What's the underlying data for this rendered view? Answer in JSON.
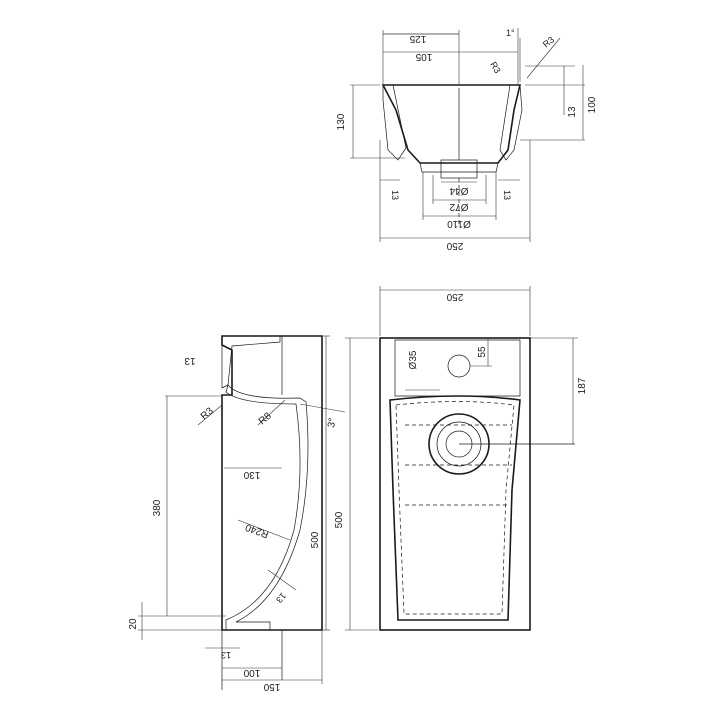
{
  "views": {
    "top_section": {
      "dims": {
        "w125": "125",
        "w105": "105",
        "angle1": "1°",
        "r3a": "R3",
        "r3b": "R3",
        "h130": "130",
        "h100": "100",
        "h13": "13",
        "t13a": "13",
        "t13b": "13",
        "d44": "Ø44",
        "d72": "Ø72",
        "d110": "Ø110",
        "w250": "250"
      }
    },
    "plan": {
      "dims": {
        "w250": "250",
        "d35": "Ø35",
        "h55": "55",
        "h187": "187",
        "h500": "500"
      }
    },
    "side_section": {
      "dims": {
        "t13": "13",
        "r3": "R3",
        "r8": "R8",
        "angle3": "3°",
        "w130": "130",
        "h380": "380",
        "r240": "R240",
        "h500": "500",
        "t13b": "13",
        "h20": "20",
        "t13c": "13",
        "w100": "100",
        "w150": "150"
      }
    }
  }
}
